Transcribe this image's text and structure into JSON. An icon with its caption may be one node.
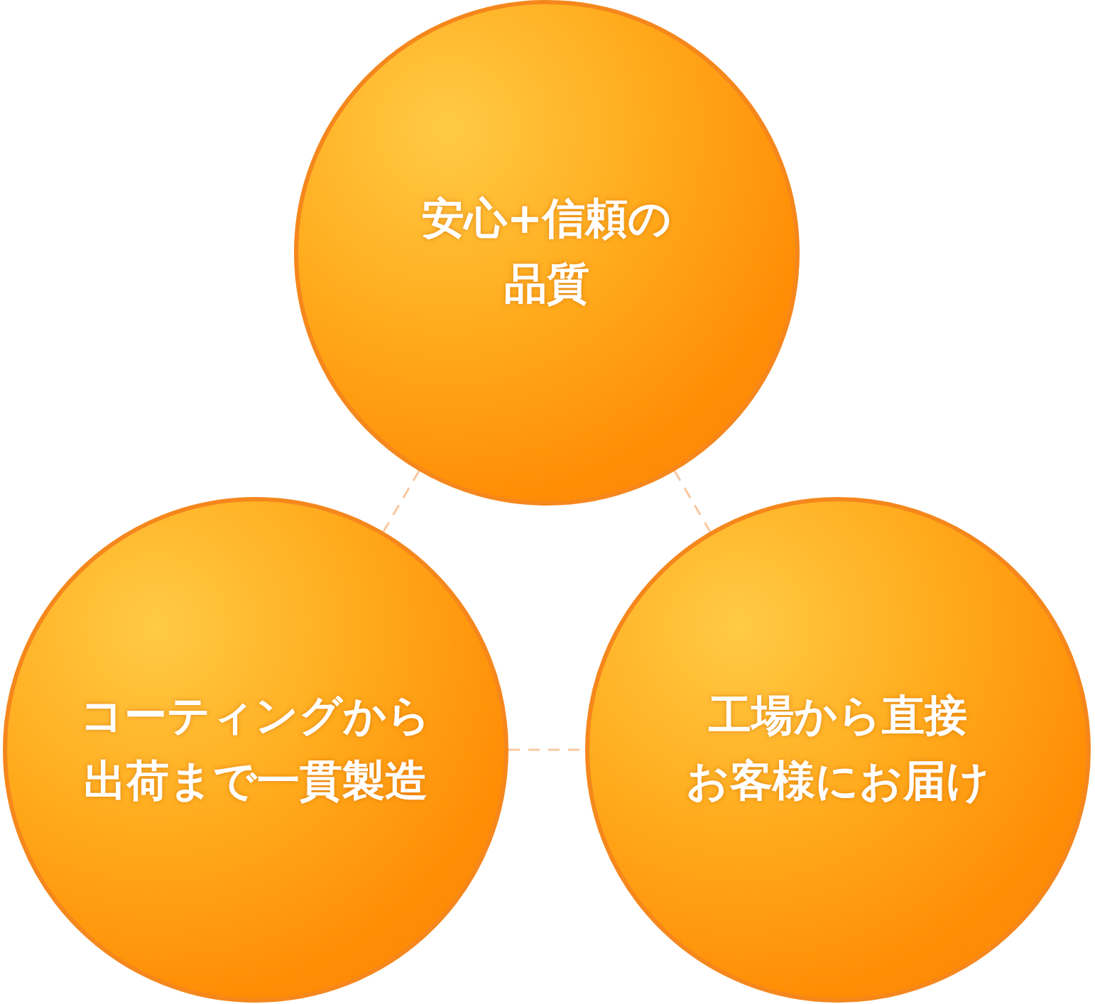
{
  "diagram": {
    "nodes": [
      {
        "text": [
          "安心+信頼の品質"
        ]
      },
      {
        "text": [
          "コーティングから出荷まで一貫製造"
        ]
      },
      {
        "text": [
          "工場から直接お客様にお届け"
        ]
      }
    ],
    "edges": [
      {
        "from": 0,
        "to": 1,
        "arrow": "none",
        "style": "dashed"
      },
      {
        "from": 0,
        "to": 2,
        "arrow": "none",
        "style": "dashed"
      },
      {
        "from": 1,
        "to": 2,
        "arrow": "none",
        "style": "dashed"
      }
    ]
  }
}
